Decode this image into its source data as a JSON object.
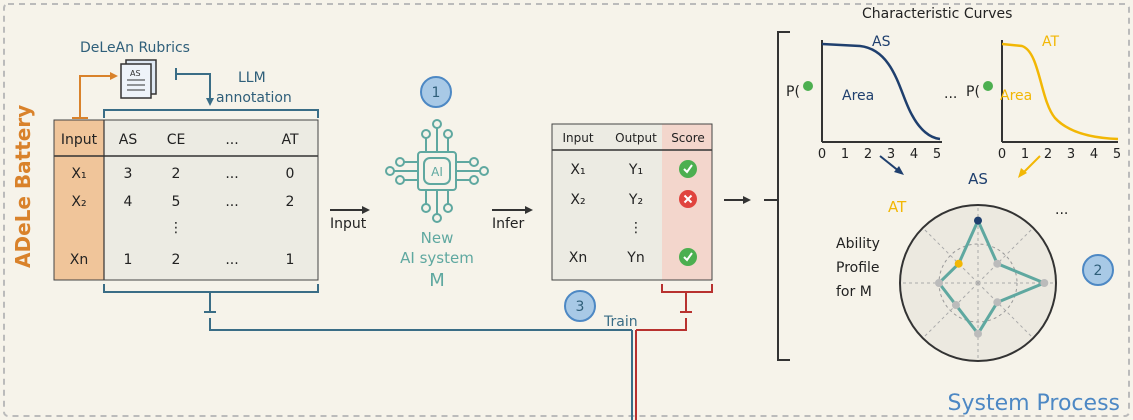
{
  "rubrics_title": "DeLeAn Rubrics",
  "rubrics_icon_text": "AS",
  "llm_annotation": [
    "LLM",
    "annotation"
  ],
  "battery_label": "ADeLe Battery",
  "input_table": {
    "headers": [
      "Input",
      "AS",
      "CE",
      "...",
      "AT"
    ],
    "rows": [
      [
        "X₁",
        "3",
        "2",
        "...",
        "0"
      ],
      [
        "X₂",
        "4",
        "5",
        "...",
        "2"
      ],
      [
        "",
        "",
        "⋮",
        "",
        ""
      ],
      [
        "Xn",
        "1",
        "2",
        "...",
        "1"
      ]
    ]
  },
  "input_arrow_label": "Input",
  "step1": "1",
  "step2": "2",
  "step3": "3",
  "ai_chip_label": "AI",
  "new_system": [
    "New",
    "AI system",
    "M"
  ],
  "infer_label": "Infer",
  "output_table": {
    "headers": [
      "Input",
      "Output",
      "Score"
    ],
    "rows": [
      {
        "input": "X₁",
        "output": "Y₁",
        "score": "correct"
      },
      {
        "input": "X₂",
        "output": "Y₂",
        "score": "wrong"
      },
      {
        "input": "",
        "output": "⋮",
        "score": ""
      },
      {
        "input": "Xn",
        "output": "Yn",
        "score": "correct"
      }
    ]
  },
  "train_label": "Train",
  "curves_title": "Characteristic Curves",
  "curve_as": {
    "label": "AS",
    "area_label": "Area",
    "ylabel": "P(",
    "ticks": [
      "0",
      "1",
      "2",
      "3",
      "4",
      "5"
    ],
    "color": "#1f3f6e"
  },
  "curve_at": {
    "label": "AT",
    "area_label": "Area",
    "ylabel": "P(",
    "ticks": [
      "0",
      "1",
      "2",
      "3",
      "4",
      "5"
    ],
    "color": "#f2b705"
  },
  "curve_ellipsis": "...",
  "radar": {
    "labels": {
      "top": "AS",
      "left": "AT",
      "right": "..."
    },
    "profile_text": [
      "Ability",
      "Profile",
      "for M"
    ],
    "values": [
      0.8,
      0.35,
      0.85,
      0.35,
      0.65,
      0.4,
      0.5,
      0.35
    ],
    "colors": {
      "line": "#5fa8a0",
      "as_point": "#1f3f6e",
      "at_point": "#f2b705"
    }
  },
  "system_process": "System Process"
}
